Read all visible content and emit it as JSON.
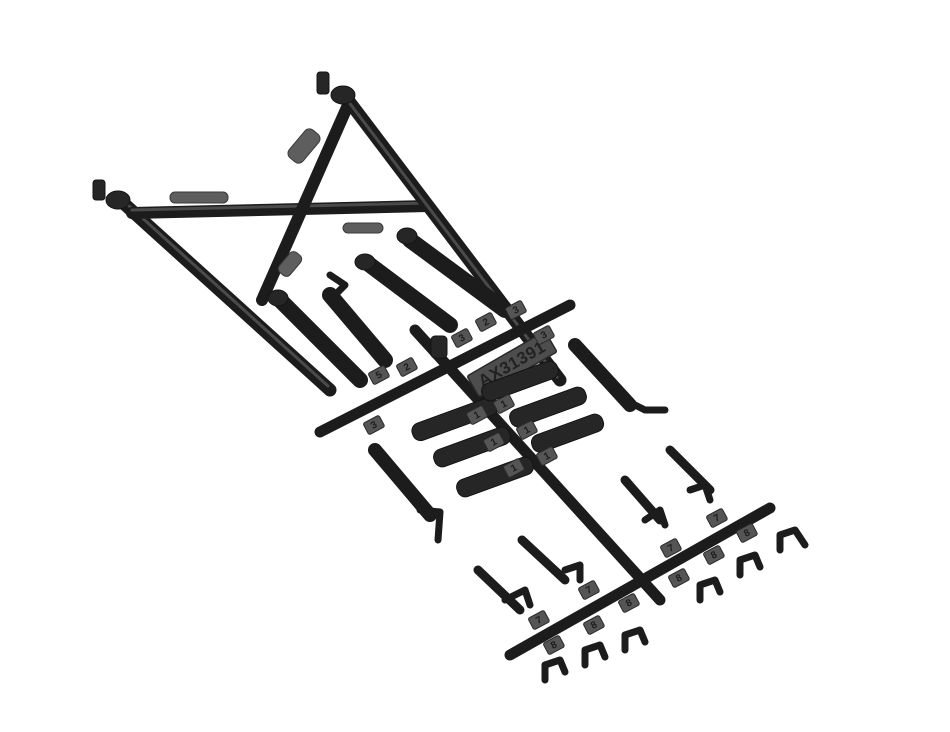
{
  "image": {
    "subject": "Plastic roll cage parts tree (sprue) for RC vehicle",
    "background_color": "#ffffff",
    "part_color": "#1c1c1c",
    "part_number_label": "AX31391",
    "tab_numbers": {
      "upper_sprue": [
        "5",
        "3",
        "2",
        "3",
        "2",
        "3",
        "3"
      ],
      "center_sprue": [
        "1",
        "1",
        "1",
        "1",
        "1",
        "1"
      ],
      "lower_sprue": [
        "7",
        "7",
        "8",
        "8",
        "8",
        "7",
        "8",
        "7",
        "8",
        "8"
      ]
    }
  }
}
